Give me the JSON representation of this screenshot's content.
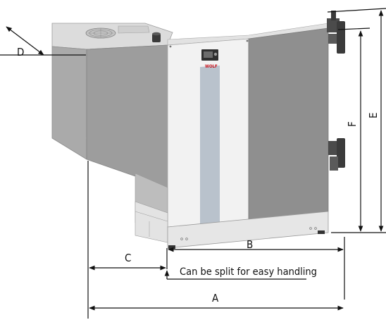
{
  "dimensions": {
    "A": "A",
    "B": "B",
    "C": "C",
    "D": "D",
    "E": "E",
    "F": "F"
  },
  "note": "Can be split for easy handling",
  "brand": "WOLF",
  "colors": {
    "housing_light": "#d4d4d4",
    "housing_mid": "#a4a4a4",
    "housing_dark": "#8f8f8f",
    "front_panel": "#f2f2f2",
    "front_stripe": "#b9c2cc",
    "base": "#e4e4e4",
    "line": "#111111"
  }
}
